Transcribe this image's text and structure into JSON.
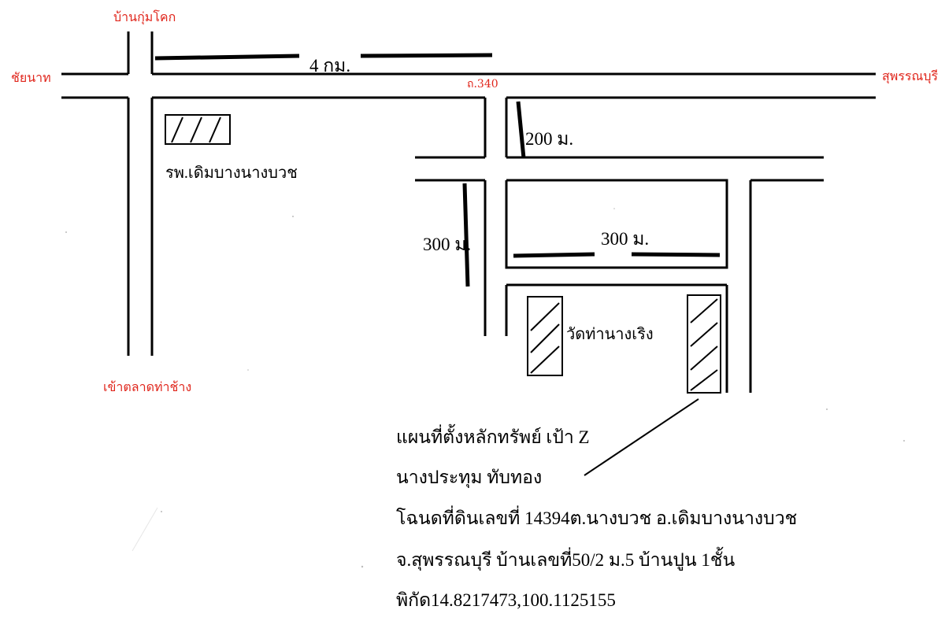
{
  "colors": {
    "place_label": "#e0261c",
    "ink": "#000000",
    "background": "#ffffff"
  },
  "places": {
    "north": "บ้านกุ่มโคก",
    "west": "ชัยนาท",
    "east": "สุพรรณบุรี",
    "south": "เข้าตลาดท่าช้าง",
    "route": "ถ.340"
  },
  "landmarks": {
    "hospital": "รพ.เดิมบางนางบวช",
    "temple": "วัดท่านางเริง"
  },
  "distances": {
    "to_junction": "4 กม.",
    "short_lane": "200 ม.",
    "side_lane": "300 ม.",
    "block_lane": "300 ม."
  },
  "info": {
    "lines": [
      "แผนที่ตั้งหลักทรัพย์ เป้า Z",
      "นางประทุม ทับทอง",
      "โฉนดที่ดินเลขที่ 14394ต.นางบวช อ.เดิมบางนางบวช",
      "จ.สุพรรณบุรี บ้านเลขที่50/2 ม.5 บ้านปูน 1ชั้น",
      "พิกัด14.8217473,100.1125155"
    ]
  }
}
